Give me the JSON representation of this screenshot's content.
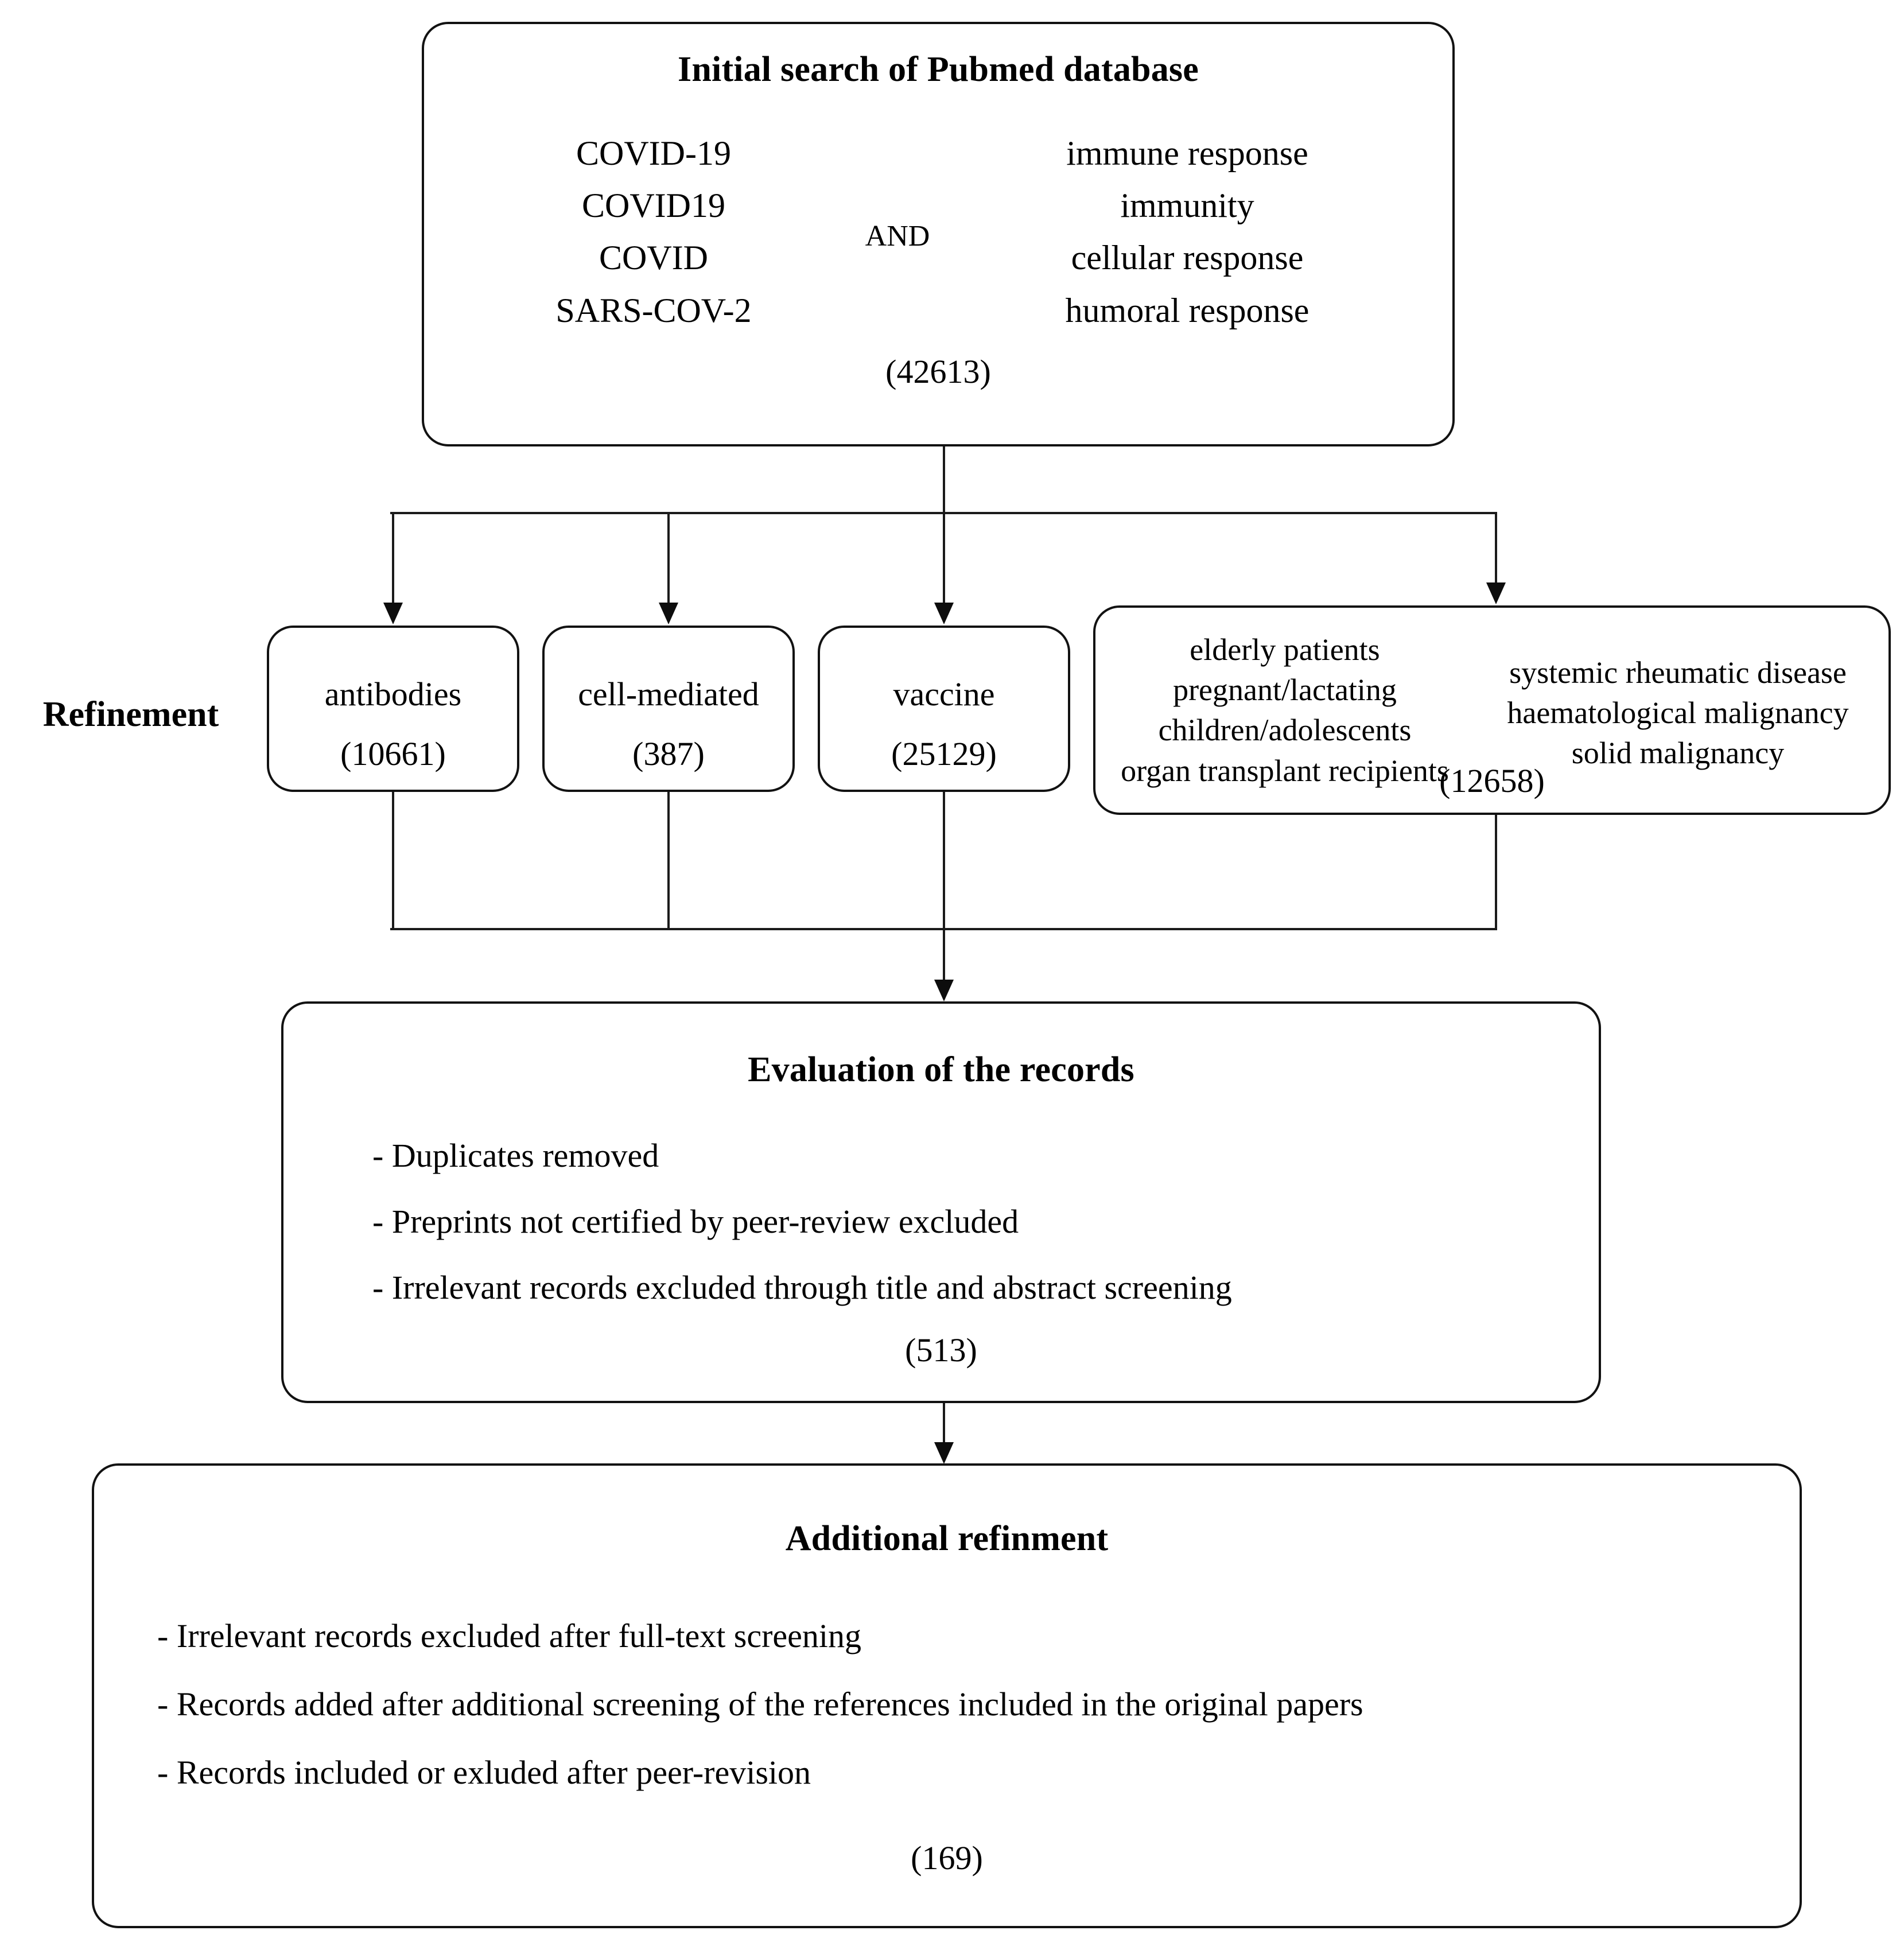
{
  "diagram": {
    "side_label": "Refinement",
    "search_box": {
      "title": "Initial search of Pubmed database",
      "left_terms": "COVID-19\nCOVID19\nCOVID\nSARS-COV-2",
      "operator": "AND",
      "right_terms": "immune response\nimmunity\ncellular response\nhumoral response",
      "count": "(42613)"
    },
    "refinement_boxes": [
      {
        "label": "antibodies",
        "count": "(10661)"
      },
      {
        "label": "cell-mediated",
        "count": "(387)"
      },
      {
        "label": "vaccine",
        "count": "(25129)"
      }
    ],
    "populations_box": {
      "left_column": "elderly patients\npregnant/lactating\nchildren/adolescents\norgan transplant recipients",
      "right_column": "systemic rheumatic disease\nhaematological malignancy\nsolid malignancy",
      "count": "(12658)"
    },
    "evaluation_box": {
      "title": "Evaluation of the records",
      "items": [
        "- Duplicates removed",
        "- Preprints not certified by peer-review excluded",
        "- Irrelevant records excluded through title and abstract screening"
      ],
      "count": "(513)"
    },
    "additional_box": {
      "title": "Additional refinment",
      "items": [
        "- Irrelevant records excluded after full-text screening",
        "- Records added after additional screening of the references included in the original papers",
        "- Records included or exluded after peer-revision"
      ],
      "count": "(169)"
    },
    "colors": {
      "line": "#1b1b1b",
      "border": "#121212",
      "background": "#ffffff",
      "text": "#000000"
    }
  }
}
